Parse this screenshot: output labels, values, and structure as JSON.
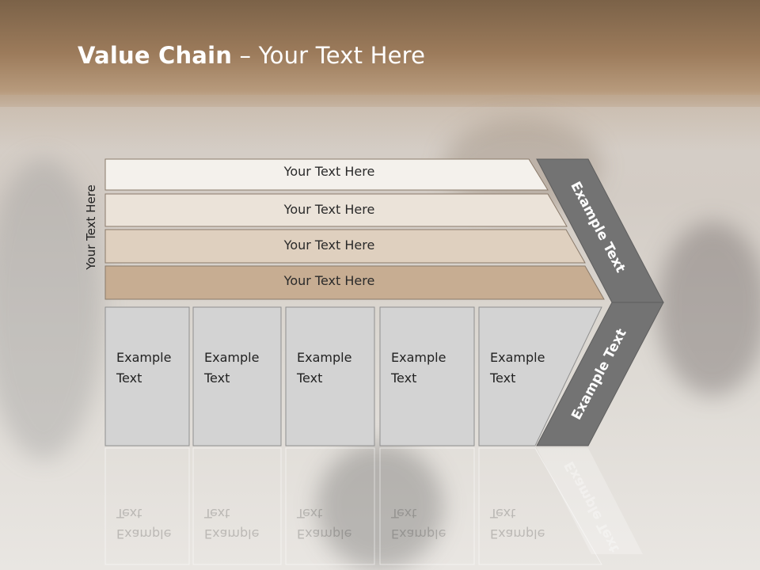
{
  "slide": {
    "title_bold": "Value Chain",
    "title_rest": " – Your Text Here",
    "side_label": "Your Text Here"
  },
  "rows": [
    {
      "label": "Your Text Here",
      "color": "#f4f1ec"
    },
    {
      "label": "Your Text Here",
      "color": "#ebe3d9"
    },
    {
      "label": "Your Text Here",
      "color": "#dfd0bf"
    },
    {
      "label": "Your Text Here",
      "color": "#c7ad92"
    }
  ],
  "boxes": [
    {
      "label": "Example\nText"
    },
    {
      "label": "Example\nText"
    },
    {
      "label": "Example\nText"
    },
    {
      "label": "Example\nText"
    },
    {
      "label": "Example\nText"
    }
  ],
  "arrow": {
    "upper_label": "Example Text",
    "lower_label": "Example Text",
    "color": "#737373"
  },
  "colors": {
    "box_fill": "#d3d3d3",
    "box_border": "#8f8f8f",
    "row_border": "#8a7a6a"
  }
}
